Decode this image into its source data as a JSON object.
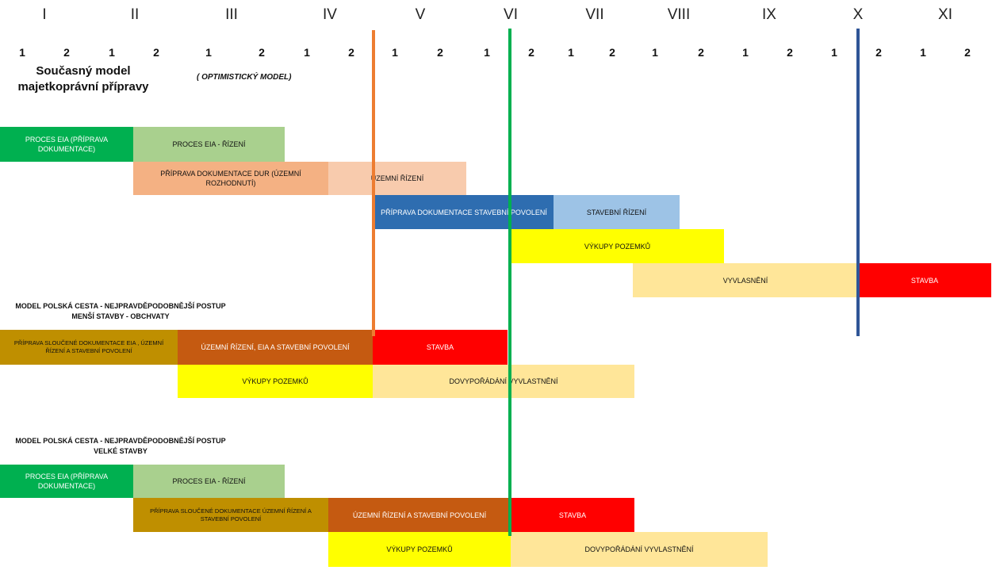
{
  "periods": [
    "I",
    "II",
    "III",
    "IV",
    "V",
    "VI",
    "VII",
    "VIII",
    "IX",
    "X",
    "XI"
  ],
  "halves": [
    "1",
    "2",
    "1",
    "2",
    "1",
    "2",
    "1",
    "2",
    "1",
    "2",
    "1",
    "2",
    "1",
    "2",
    "1",
    "2",
    "1",
    "2",
    "1",
    "2",
    "1",
    "2"
  ],
  "titles": {
    "current_model": "Současný model majetkoprávní přípravy",
    "optimistic": "( OPTIMISTICKÝ MODEL)",
    "small_model_line1": "MODEL POLSKÁ CESTA - NEJPRAVDĚPODOBNĚJŠÍ POSTUP",
    "small_model_line2": "MENŠÍ STAVBY - OBCHVATY",
    "large_model_line1": "MODEL POLSKÁ CESTA - NEJPRAVDĚPODOBNĚJŠÍ POSTUP",
    "large_model_line2": "VELKÉ STAVBY"
  },
  "bars": [
    {
      "label": "PROCES EIA (PŘÍPRAVA DOKUMENTACE)",
      "color": "#00b050"
    },
    {
      "label": "PROCES EIA - ŘÍZENÍ",
      "color": "#a9d08e"
    },
    {
      "label": "PŘÍPRAVA DOKUMENTACE DUR (ÚZEMNÍ ROZHODNUTÍ)",
      "color": "#f4b183"
    },
    {
      "label": "ÚZEMNÍ ŘÍZENÍ",
      "color": "#f8cbad"
    },
    {
      "label": "PŘÍPRAVA DOKUMENTACE STAVEBNÍ POVOLENÍ",
      "color": "#2e6db0"
    },
    {
      "label": "STAVEBNÍ ŘÍZENÍ",
      "color": "#9dc3e6"
    },
    {
      "label": "VÝKUPY POZEMKŮ",
      "color": "#ffff00"
    },
    {
      "label": "VYVLASNĚNÍ",
      "color": "#ffe699"
    },
    {
      "label": "STAVBA",
      "color": "#ff0000"
    },
    {
      "label": "PŘÍPRAVA SLOUČENÉ DOKUMENTACE EIA , ÚZEMNÍ ŘÍZENÍ A STAVEBNÍ POVOLENÍ",
      "color": "#bf8f00"
    },
    {
      "label": "ÚZEMNÍ ŘÍZENÍ, EIA A STAVEBNÍ POVOLENÍ",
      "color": "#c55a11"
    },
    {
      "label": "STAVBA",
      "color": "#ff0000"
    },
    {
      "label": "VÝKUPY POZEMKŮ",
      "color": "#ffff00"
    },
    {
      "label": "DOVYPOŘÁDÁNÍ VYVLASTNĚNÍ",
      "color": "#ffe699"
    },
    {
      "label": "PROCES EIA (PŘÍPRAVA DOKUMENTACE)",
      "color": "#00b050"
    },
    {
      "label": "PROCES EIA - ŘÍZENÍ",
      "color": "#a9d08e"
    },
    {
      "label": "PŘÍPRAVA SLOUČENÉ DOKUMENTACE ÚZEMNÍ ŘÍZENÍ A STAVEBNÍ POVOLENÍ",
      "color": "#bf8f00"
    },
    {
      "label": "ÚZEMNÍ ŘÍZENÍ A STAVEBNÍ POVOLENÍ",
      "color": "#c55a11"
    },
    {
      "label": "STAVBA",
      "color": "#ff0000"
    },
    {
      "label": "VÝKUPY POZEMKŮ",
      "color": "#ffff00"
    },
    {
      "label": "DOVYPOŘÁDÁNÍ VYVLASTNĚNÍ",
      "color": "#ffe699"
    }
  ],
  "markers": [
    {
      "color": "#ed7d31"
    },
    {
      "color": "#00b050"
    },
    {
      "color": "#2f5597"
    }
  ]
}
